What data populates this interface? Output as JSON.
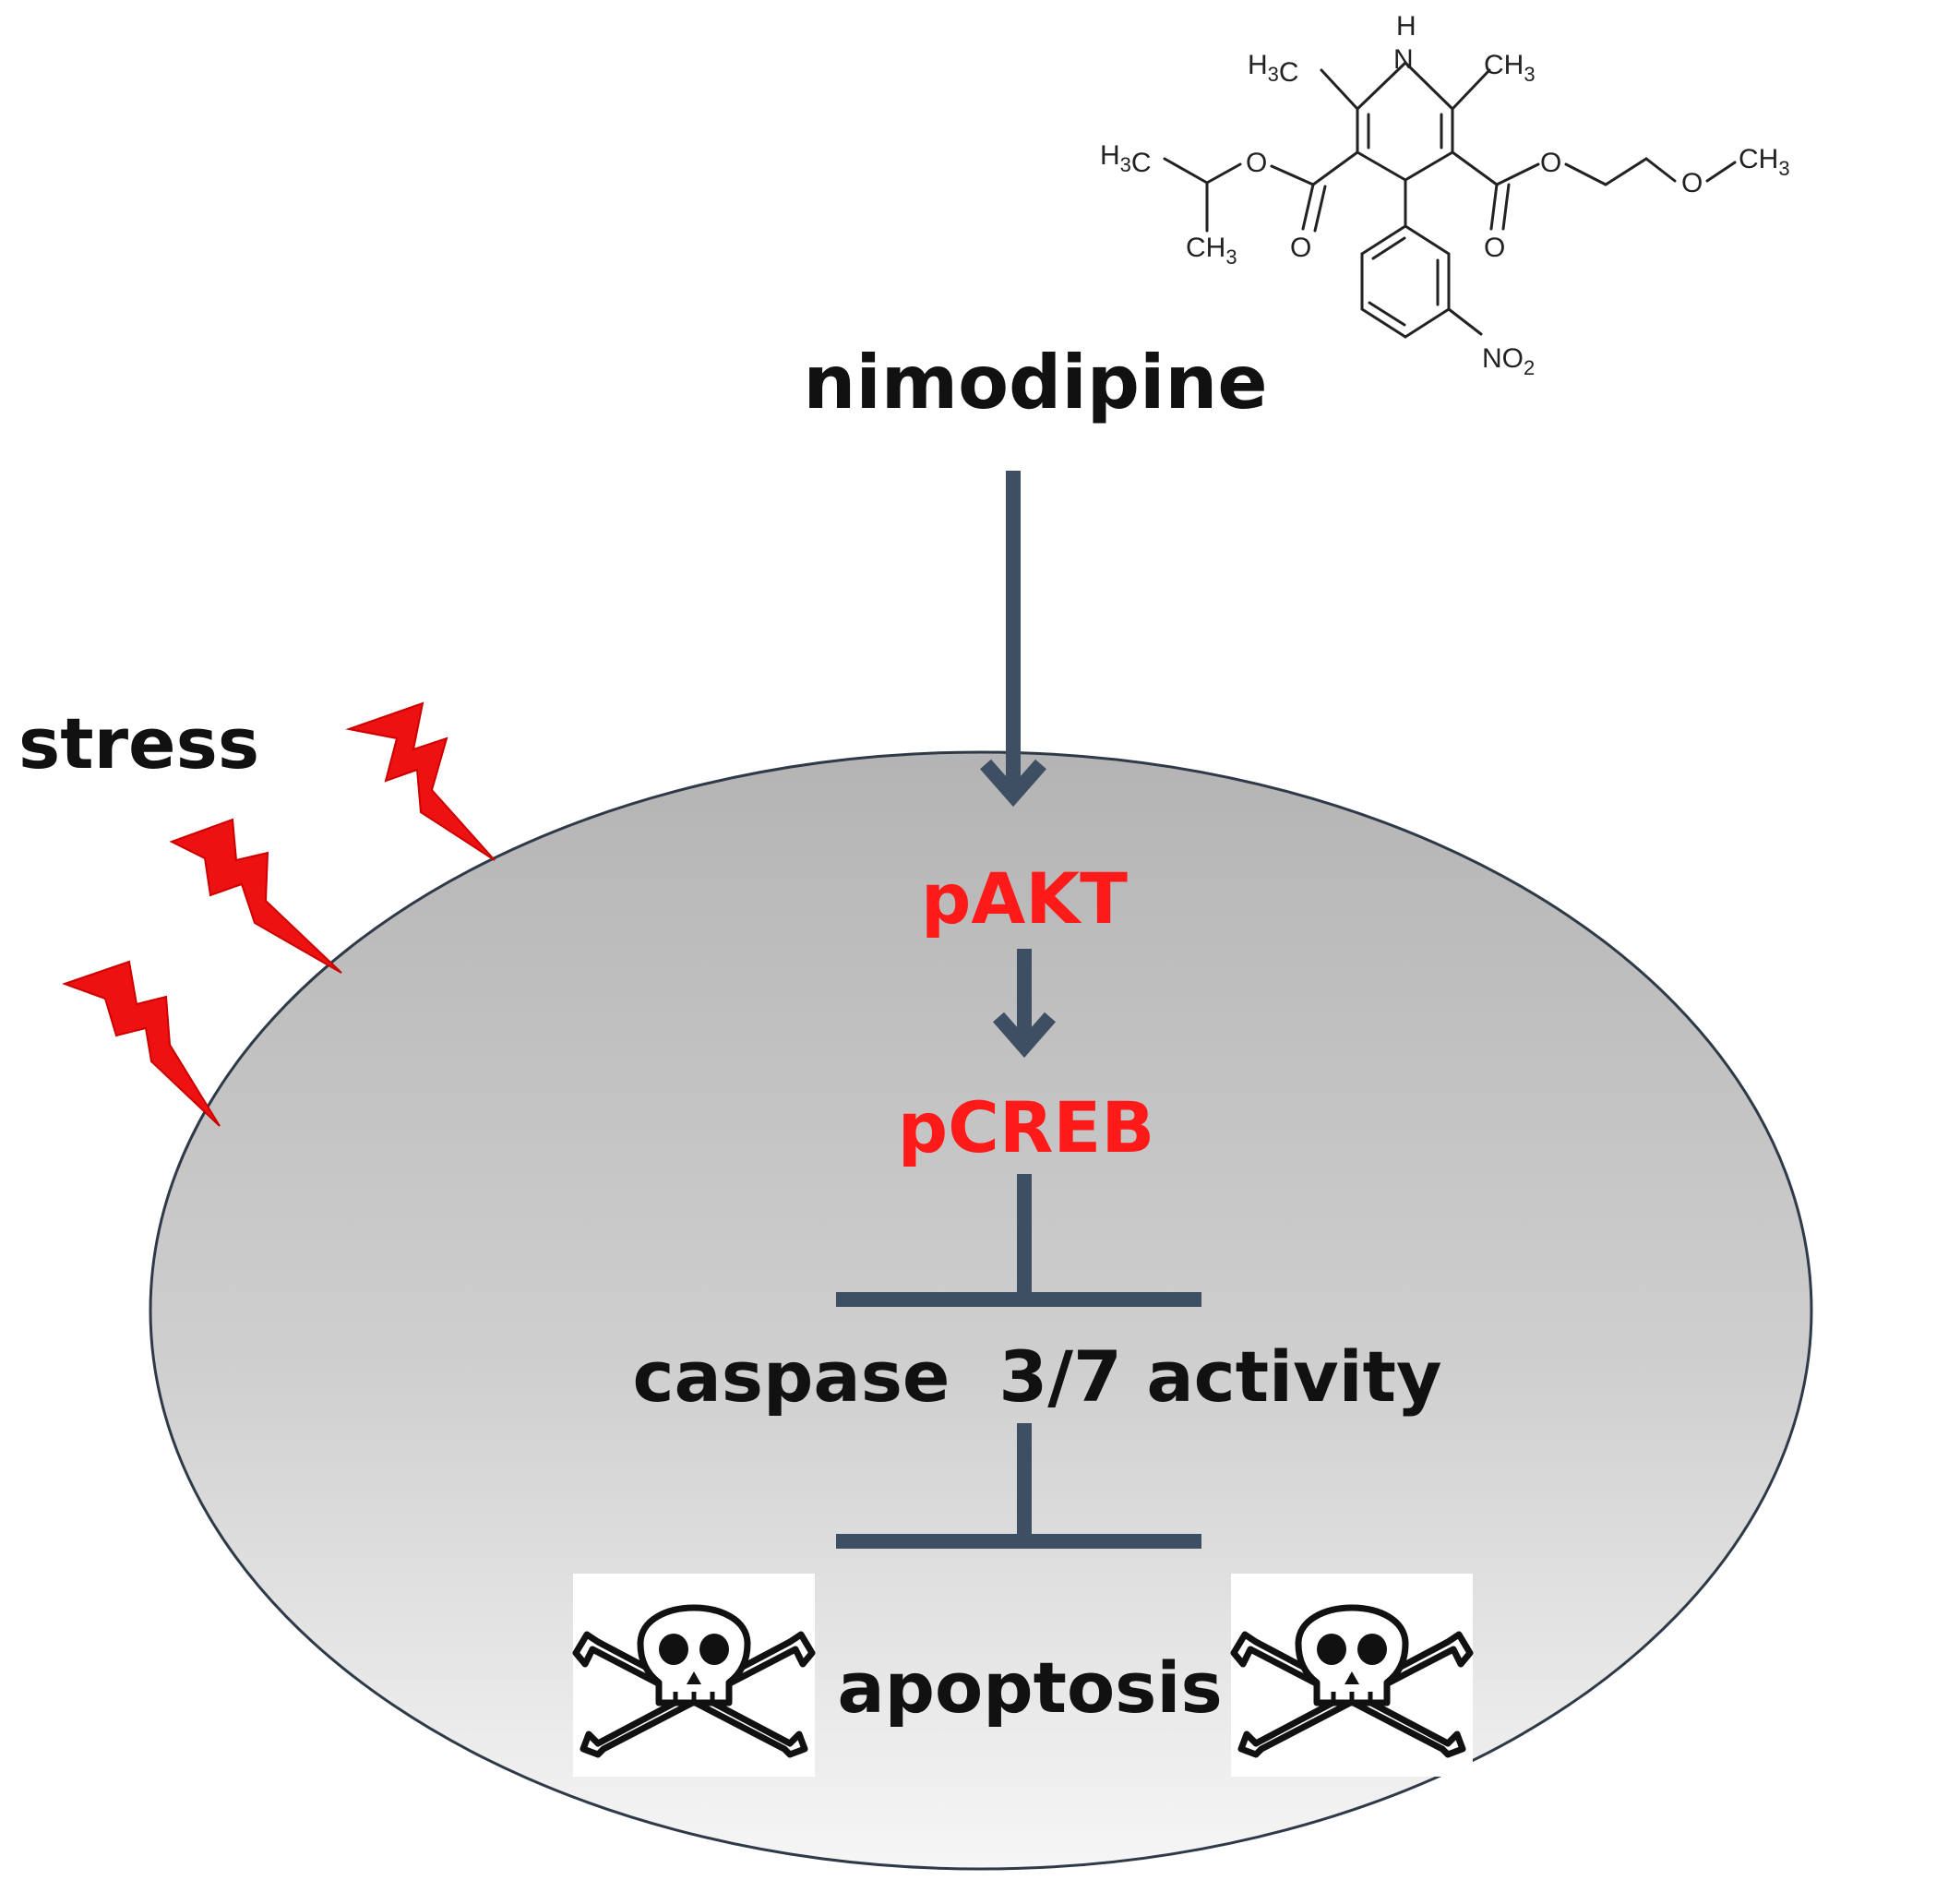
{
  "diagram": {
    "drug_label": "nimodipine",
    "stress_label": "stress",
    "pathway": {
      "node1": "pAKT",
      "node2": "pCREB",
      "node3": "caspase  3/7 activity",
      "outcome": "apoptosis"
    },
    "structure_labels": {
      "nh": "NH",
      "h": "H",
      "n": "N",
      "h3c_top": "H3C",
      "ch3_top": "CH3",
      "h3c_left": "H3C",
      "ch3_bottom": "CH3",
      "o_ester_left": "O",
      "o_carbonyl_left": "O",
      "o_ester_right": "O",
      "o_carbonyl_right": "O",
      "o_ether": "O",
      "ch3_ether": "CH3",
      "no2": "NO2"
    },
    "colors": {
      "arrow": "#3f4f63",
      "highlight_text": "#ff1a1a",
      "bolt": "#ee1111",
      "cell_fill_top": "#b8b8b8",
      "cell_fill_bottom": "#f4f4f4",
      "text": "#111111"
    }
  }
}
